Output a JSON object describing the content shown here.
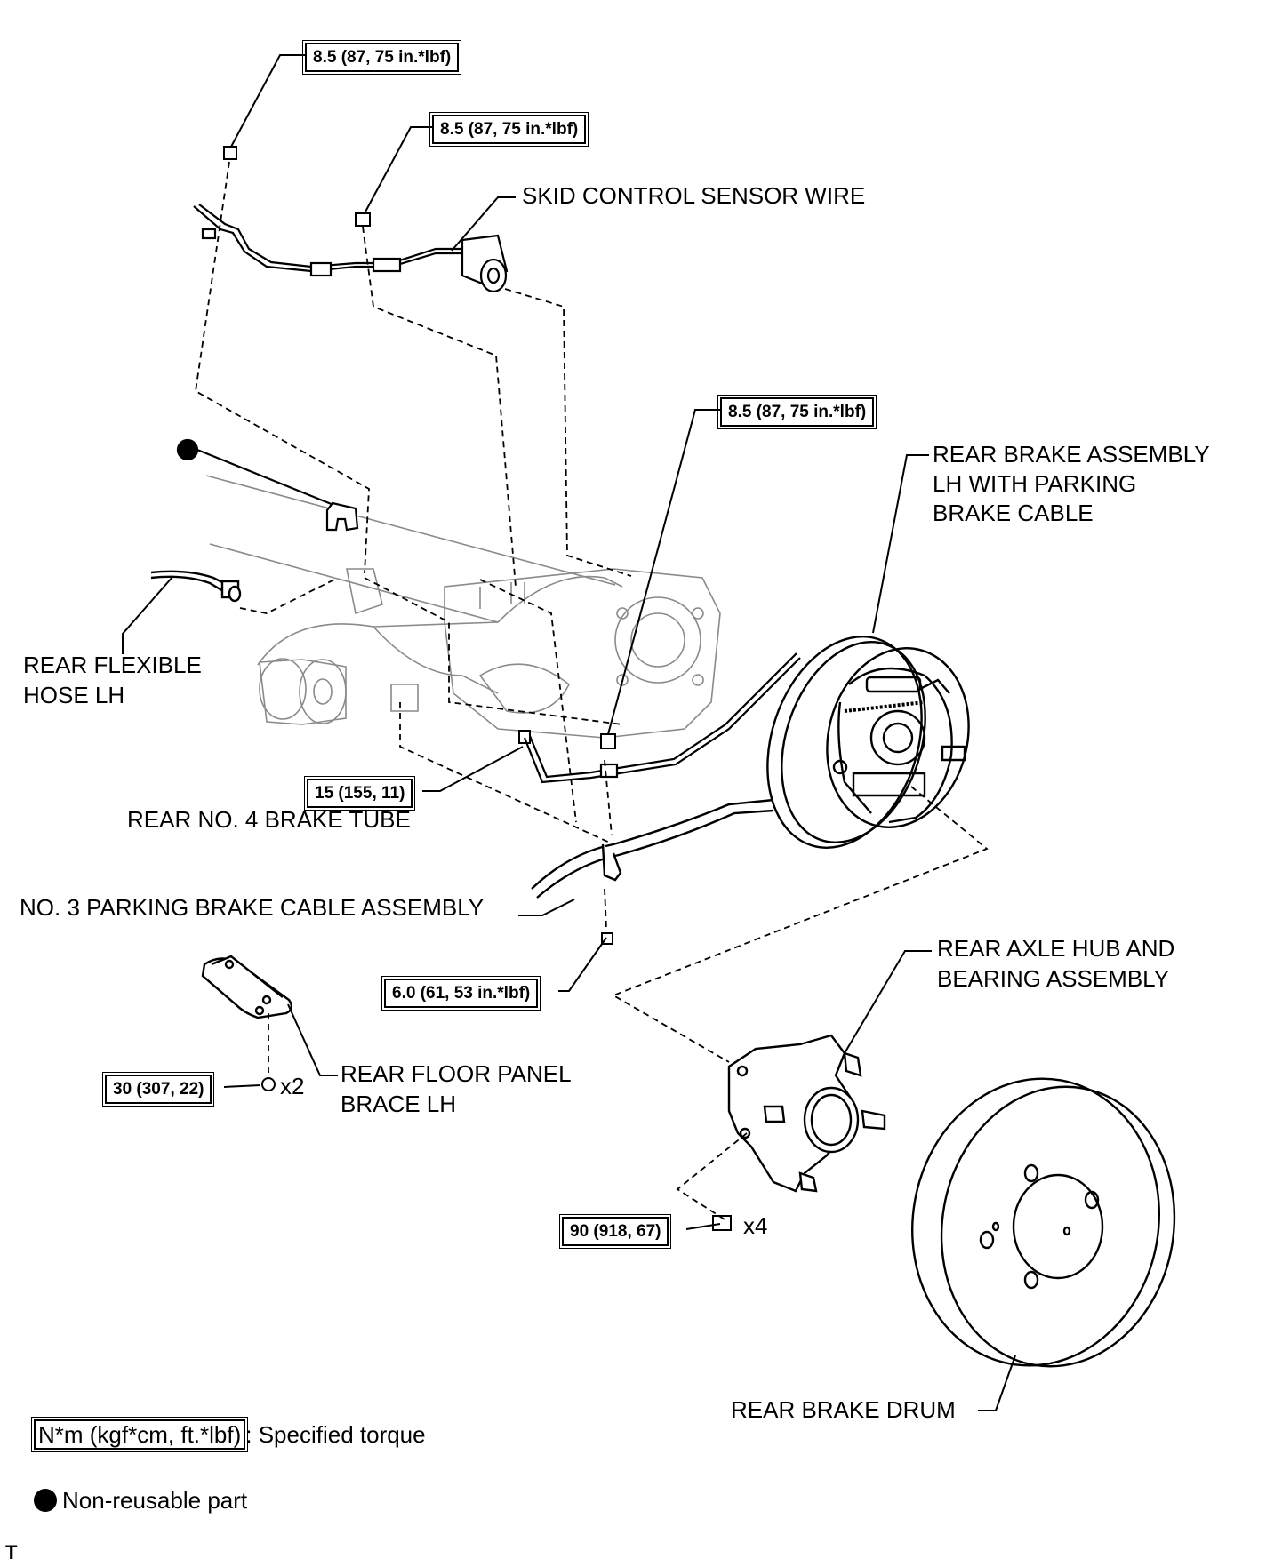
{
  "torques": {
    "t1": "8.5 (87, 75 in.*lbf)",
    "t2": "8.5 (87, 75 in.*lbf)",
    "t3": "8.5 (87, 75 in.*lbf)",
    "t4": "15 (155, 11)",
    "t5": "6.0 (61, 53 in.*lbf)",
    "t6": "30 (307, 22)",
    "t7": "90 (918, 67)"
  },
  "quantities": {
    "brace_bolts": "x2",
    "hub_bolts": "x4"
  },
  "labels": {
    "skid_sensor": "SKID CONTROL SENSOR WIRE",
    "rear_brake_1": "REAR  BRAKE ASSEMBLY",
    "rear_brake_2": "LH WITH PARKING",
    "rear_brake_3": "BRAKE CABLE",
    "flex_hose_1": "REAR FLEXIBLE",
    "flex_hose_2": "HOSE LH",
    "brake_tube": "REAR NO. 4 BRAKE TUBE",
    "parking_cable": "NO. 3 PARKING BRAKE CABLE ASSEMBLY",
    "axle_hub_1": "REAR AXLE HUB AND",
    "axle_hub_2": "BEARING ASSEMBLY",
    "floor_brace_1": "REAR FLOOR PANEL",
    "floor_brace_2": "BRACE LH",
    "brake_drum": "REAR BRAKE DRUM"
  },
  "legend": {
    "torque_unit": "N*m (kgf*cm, ft.*lbf)",
    "torque_text": ": Specified torque",
    "nonreusable_text": "Non-reusable part"
  },
  "corner_code": "T"
}
